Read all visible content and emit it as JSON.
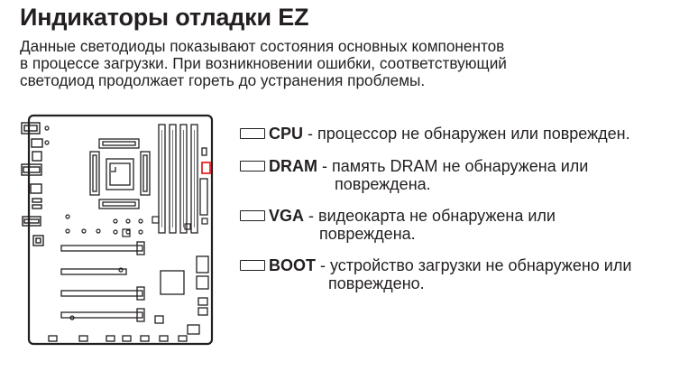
{
  "title": "Индикаторы отладки EZ",
  "intro": [
    "Данные светодиоды показывают состояния основных компонентов",
    "в процессе загрузки. При возникновении ошибки, соответствующий",
    "светодиод продолжает гореть до устранения  проблемы."
  ],
  "colors": {
    "text": "#231f20",
    "highlight": "#e5242a"
  },
  "leds": [
    {
      "name": "CPU",
      "sep": " - ",
      "desc": "процессор не обнаружен или поврежден.",
      "cont": ""
    },
    {
      "name": "DRAM",
      "sep": " - ",
      "desc": "память DRAM не обнаружена или",
      "cont": "повреждена."
    },
    {
      "name": "VGA",
      "sep": " - ",
      "desc": "видеокарта не обнаружена или",
      "cont": "повреждена."
    },
    {
      "name": "BOOT",
      "sep": " - ",
      "desc": "устройство загрузки не обнаружено или",
      "cont": "повреждено."
    }
  ]
}
